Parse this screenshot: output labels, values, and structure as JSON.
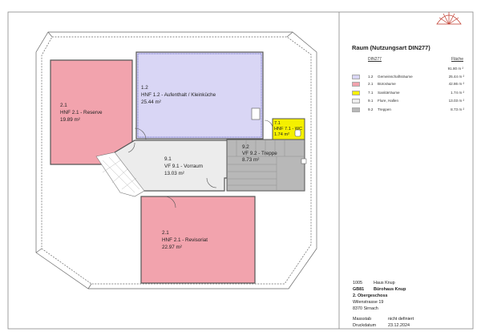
{
  "rooms": [
    {
      "id": "reserve",
      "code": "2.1",
      "name": "HNF 2.1 - Reserve",
      "area": "19.89 m²"
    },
    {
      "id": "aufenthalt",
      "code": "1.2",
      "name": "HNF 1.2 - Aufenthalt / Kleinküche",
      "area": "25.44 m²"
    },
    {
      "id": "wc",
      "code": "7.1",
      "name": "HNF 7.1 - WC",
      "area": "1.74 m²"
    },
    {
      "id": "treppe",
      "code": "9.2",
      "name": "VF 9.2 - Treppe",
      "area": "8.73 m²"
    },
    {
      "id": "vorraum",
      "code": "9.1",
      "name": "VF 9.1 - Vorraum",
      "area": "13.03 m²"
    },
    {
      "id": "revisoriat",
      "code": "2.1",
      "name": "HNF 2.1 - Revisoriat",
      "area": "22.97 m²"
    }
  ],
  "legend": {
    "title": "Raum (Nutzungsart DIN277)",
    "col_category": "DIN277",
    "col_area": "Fläche",
    "total": "91.80 m ²",
    "items": [
      {
        "code": "1.2",
        "name": "Gemeinschaftsräume",
        "area": "25.44 m ²",
        "color": "#d9d6f5"
      },
      {
        "code": "2.1",
        "name": "Büroräume",
        "area": "42.86 m ²",
        "color": "#f2a3ad"
      },
      {
        "code": "7.1",
        "name": "Sanitärräume",
        "area": "1.74 m ²",
        "color": "#f5f000"
      },
      {
        "code": "9.1",
        "name": "Flure, Hallen",
        "area": "13.03 m ²",
        "color": "#ececec"
      },
      {
        "code": "9.2",
        "name": "Treppen",
        "area": "8.73 m ²",
        "color": "#b8b8b8"
      }
    ]
  },
  "title_block": {
    "line1_num": "1005",
    "line1_text": "Haus Knup",
    "line2_num": "GB81",
    "line2_text": "Bürohaus Knup",
    "line3": "2. Obergeschoss",
    "line4": "Wilenstrasse 19",
    "line5": "8370 Sirnach",
    "scale_label": "Massstab",
    "scale_value": "nicht definiert",
    "date_label": "Druckdatum",
    "date_value": "23.12.2024"
  },
  "colors": {
    "office": "#f2a3ad",
    "common": "#d9d6f5",
    "sanitary": "#f5f000",
    "corridor": "#ececec",
    "stairs": "#b8b8b8",
    "wall": "#555555"
  },
  "logo": {
    "icon": "shell-logo-icon"
  }
}
